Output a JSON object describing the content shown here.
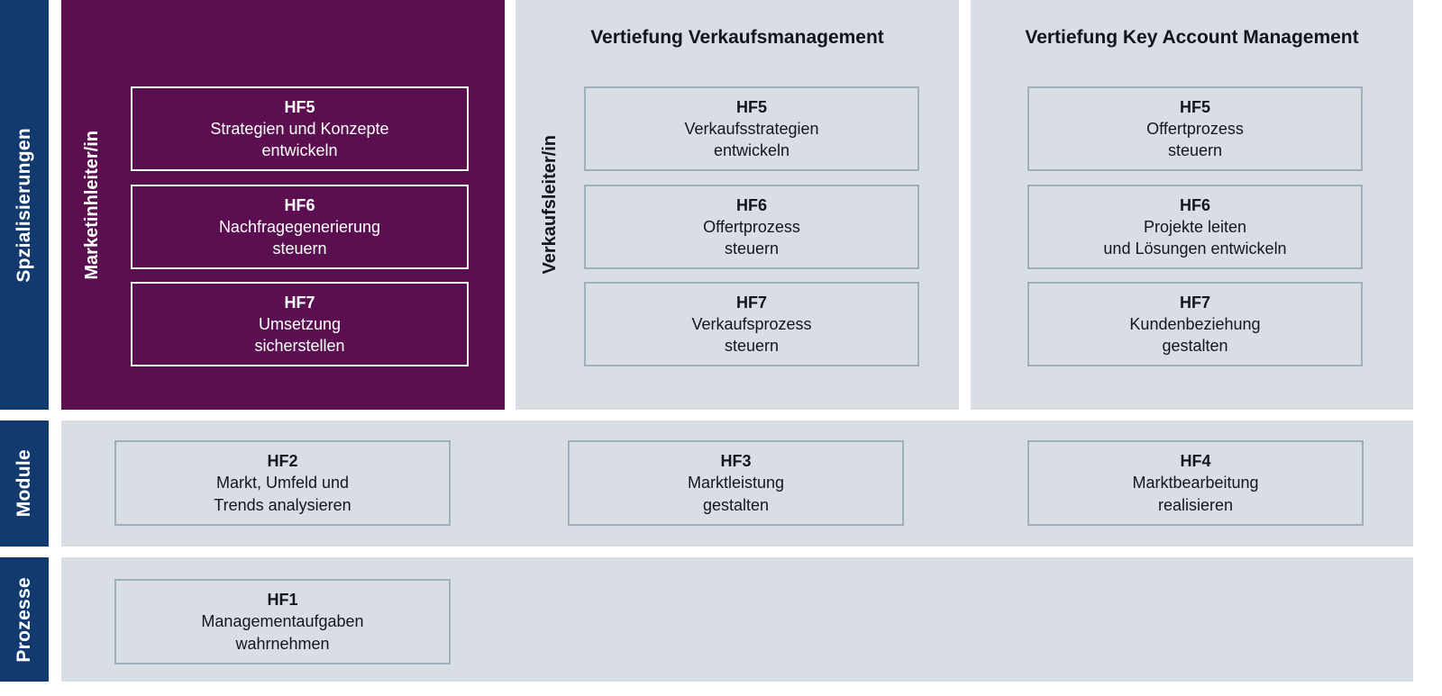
{
  "colors": {
    "navy": "#123a6e",
    "purple": "#5b0f50",
    "panel_gray": "#d9dee5",
    "box_border": "#9fafbc",
    "text_dark": "#15151f",
    "white": "#ffffff"
  },
  "sidebar": {
    "specialisations_label": "Spzialisierungen",
    "module_label": "Module",
    "prozesse_label": "Prozesse"
  },
  "panels": {
    "marketing": {
      "rotated_label": "Marketinhleiter/in",
      "boxes": [
        {
          "code": "HF5",
          "lines": [
            "Strategien und Konzepte",
            "entwickeln"
          ]
        },
        {
          "code": "HF6",
          "lines": [
            "Nachfragegenerierung",
            "steuern"
          ]
        },
        {
          "code": "HF7",
          "lines": [
            "Umsetzung",
            "sicherstellen"
          ]
        }
      ]
    },
    "verkauf": {
      "title": "Vertiefung Verkaufsmanagement",
      "rotated_label": "Verkaufsleiter/in",
      "boxes": [
        {
          "code": "HF5",
          "lines": [
            "Verkaufsstrategien",
            "entwickeln"
          ]
        },
        {
          "code": "HF6",
          "lines": [
            "Offertprozess",
            "steuern"
          ]
        },
        {
          "code": "HF7",
          "lines": [
            "Verkaufsprozess",
            "steuern"
          ]
        }
      ]
    },
    "key_account": {
      "title": "Vertiefung Key Account Management",
      "boxes": [
        {
          "code": "HF5",
          "lines": [
            "Offertprozess",
            "steuern"
          ]
        },
        {
          "code": "HF6",
          "lines": [
            "Projekte leiten",
            "und Lösungen entwickeln"
          ]
        },
        {
          "code": "HF7",
          "lines": [
            "Kundenbeziehung",
            "gestalten"
          ]
        }
      ]
    }
  },
  "module_row": {
    "boxes": [
      {
        "code": "HF2",
        "lines": [
          "Markt, Umfeld und",
          "Trends analysieren"
        ]
      },
      {
        "code": "HF3",
        "lines": [
          "Marktleistung",
          "gestalten"
        ]
      },
      {
        "code": "HF4",
        "lines": [
          "Marktbearbeitung",
          "realisieren"
        ]
      }
    ]
  },
  "prozesse_row": {
    "boxes": [
      {
        "code": "HF1",
        "lines": [
          "Managementaufgaben",
          "wahrnehmen"
        ]
      }
    ]
  }
}
